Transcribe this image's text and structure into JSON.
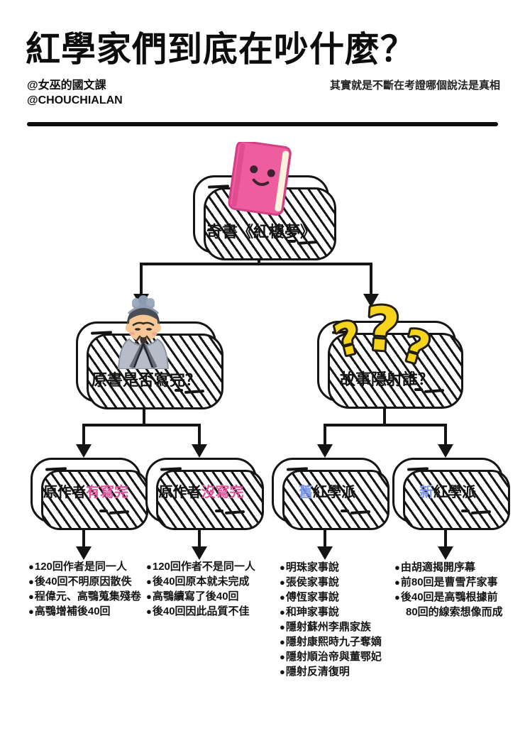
{
  "header": {
    "title": "紅學家們到底在吵什麼？",
    "credit_line1": "@女巫的國文課",
    "credit_line2": "@CHOUCHIALAN",
    "tagline": "其實就是不斷在考證哪個說法是真相"
  },
  "colors": {
    "highlight_pink": "#e0529a",
    "highlight_blue": "#7d98ea",
    "book_pink": "#ee5d9e",
    "question_yellow": "#f6d41c",
    "ink": "#141414"
  },
  "ui": {
    "bullet": "●"
  },
  "tree": {
    "root": {
      "label": "奇書《紅樓夢》",
      "icon": "pink-book"
    },
    "branch_left": {
      "label": "原書是否寫完？",
      "icon": "old-scholar"
    },
    "branch_right": {
      "label": "故事隱射誰？",
      "icon": "question-marks"
    },
    "leaves": [
      {
        "part1": "原作者",
        "part2": "有寫完"
      },
      {
        "part1": "原作者",
        "part2": "沒寫完"
      },
      {
        "part1": "舊",
        "part2": "紅學派"
      },
      {
        "part1": "新",
        "part2": "紅學派"
      }
    ],
    "lists": [
      {
        "items": [
          "120回作者是同一人",
          "後40回不明原因散佚",
          "程偉元、高鶚蒐集殘卷",
          "高鶚增補後40回"
        ]
      },
      {
        "items": [
          "120回作者不是同一人",
          "後40回原本就未完成",
          "高鶚續寫了後40回",
          "後40回因此品質不佳"
        ]
      },
      {
        "items": [
          "明珠家事說",
          "張侯家事說",
          "傅恆家事說",
          "和珅家事說",
          "隱射蘇州李鼎家族",
          "隱射康熙時九子奪嫡",
          "隱射順治帝與董鄂妃",
          "隱射反清復明"
        ]
      },
      {
        "items": [
          "由胡適揭開序幕",
          "前80回是曹雪芹家事",
          "後40回是高鶚根據前",
          "80回的線索想像而成"
        ]
      }
    ]
  }
}
